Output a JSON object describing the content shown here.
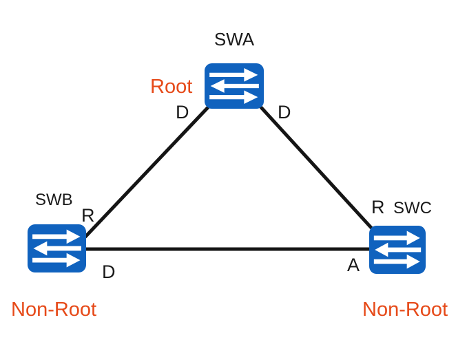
{
  "diagram": {
    "description": "STP triangle topology with one root bridge and two non-root bridges",
    "colors": {
      "switch_fill": "#1062be",
      "role_label": "#e64a19",
      "link": "#151515",
      "text": "#1a1a1a",
      "background": "#ffffff"
    },
    "nodes": {
      "swa": {
        "name": "SWA",
        "role": "Root",
        "port_left_label": "D",
        "port_right_label": "D"
      },
      "swb": {
        "name": "SWB",
        "role": "Non-Root",
        "port_up_label": "R",
        "port_right_label": "D"
      },
      "swc": {
        "name": "SWC",
        "role": "Non-Root",
        "port_up_label": "R",
        "port_left_label": "A"
      }
    },
    "links": [
      {
        "from": "SWA",
        "to": "SWB"
      },
      {
        "from": "SWA",
        "to": "SWC"
      },
      {
        "from": "SWB",
        "to": "SWC"
      }
    ]
  }
}
